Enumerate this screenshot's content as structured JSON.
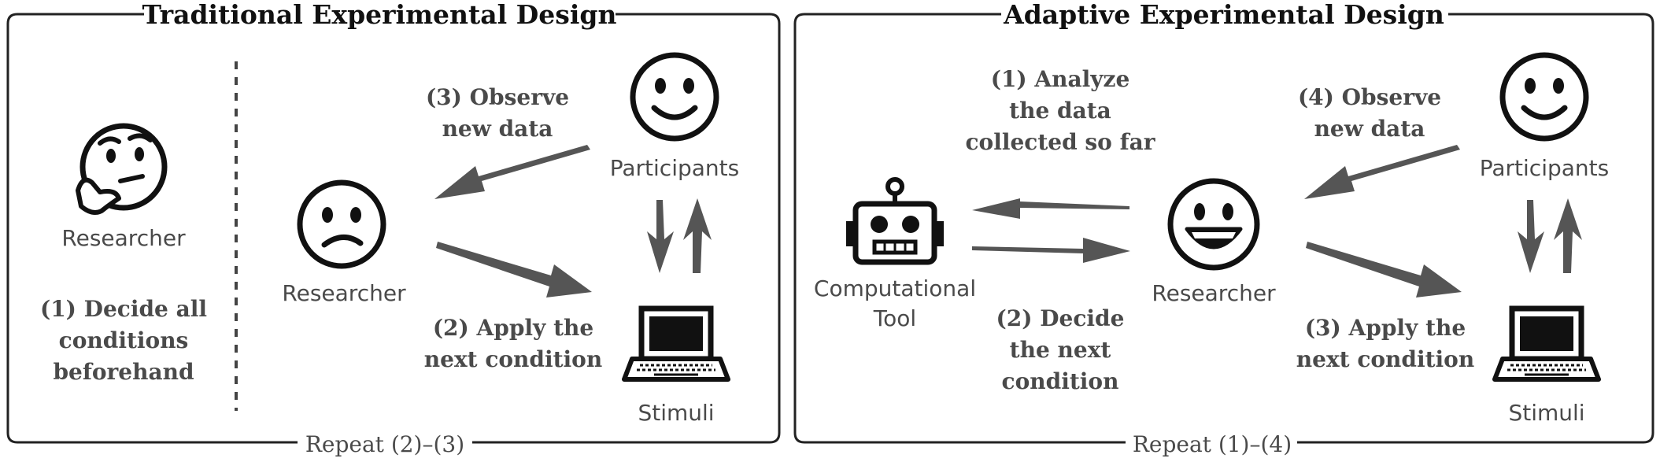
{
  "traditional": {
    "title": "Traditional Experimental Design",
    "left_label": "Researcher",
    "left_step": [
      "(1) Decide all",
      "conditions",
      "beforehand"
    ],
    "researcher_label": "Researcher",
    "participants_label": "Participants",
    "stimuli_label": "Stimuli",
    "observe_step": [
      "(3) Observe",
      "new data"
    ],
    "apply_step": [
      "(2) Apply the",
      "next condition"
    ],
    "repeat": "Repeat (2)–(3)"
  },
  "adaptive": {
    "title": "Adaptive Experimental Design",
    "tool_label": [
      "Computational",
      "Tool"
    ],
    "researcher_label": "Researcher",
    "participants_label": "Participants",
    "stimuli_label": "Stimuli",
    "analyze_step": [
      "(1) Analyze",
      "the data",
      "collected so far"
    ],
    "decide_step": [
      "(2) Decide",
      "the next",
      "condition"
    ],
    "observe_step": [
      "(4) Observe",
      "new data"
    ],
    "apply_step": [
      "(3) Apply the",
      "next condition"
    ],
    "repeat": "Repeat (1)–(4)"
  },
  "icons": [
    "thinking-face-icon",
    "sad-face-icon",
    "smiley-face-icon",
    "laptop-icon",
    "robot-icon",
    "grinning-face-icon"
  ],
  "colors": {
    "text": "#4a4a4a",
    "title": "#111111",
    "arrow": "#555555",
    "frame": "#222222"
  }
}
